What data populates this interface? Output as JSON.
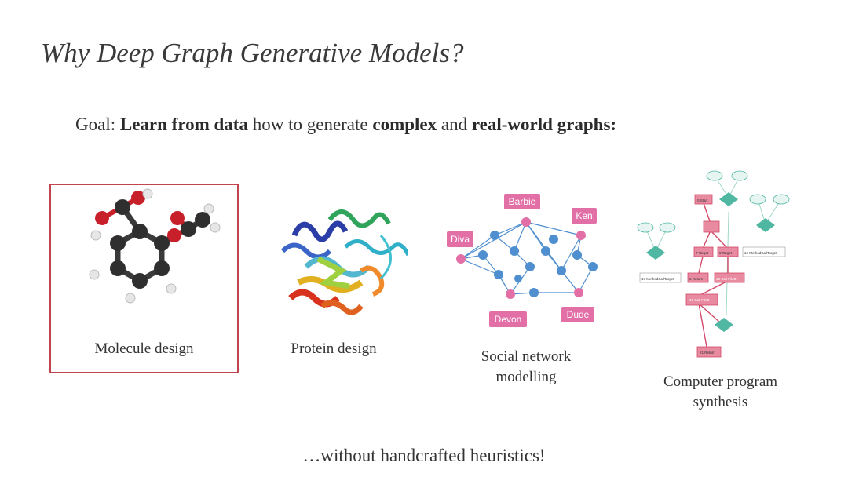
{
  "slide": {
    "title": "Why Deep Graph Generative Models?",
    "goal": {
      "prefix": "Goal: ",
      "bold1": "Learn from data",
      "mid1": " how to generate ",
      "bold2": "complex",
      "mid2": " and ",
      "bold3": "real-world graphs:"
    },
    "examples": [
      {
        "caption": "Molecule design",
        "highlighted": true
      },
      {
        "caption": "Protein design"
      },
      {
        "caption_line1": "Social network",
        "caption_line2": "modelling"
      },
      {
        "caption_line1": "Computer program",
        "caption_line2": "synthesis"
      }
    ],
    "social_labels": {
      "barbie": "Barbie",
      "ken": "Ken",
      "diva": "Diva",
      "devon": "Devon",
      "dude": "Dude"
    },
    "program_labels": {
      "n0": "0 Start",
      "n7": "7 Target",
      "n8": "8 Target",
      "n12": "12 MethodCallTarget",
      "n17": "17 MethodCallTarget",
      "n6": "6 Return",
      "n13": "13 Call FileB",
      "n10": "10 Call FileB",
      "n21": "21 Return"
    },
    "footer": "…without handcrafted heuristics!",
    "colors": {
      "highlight_border": "#c0454e",
      "social_node": "#4f8fd0",
      "social_accent": "#e26fa6",
      "program_red": "#d34a6a",
      "program_teal": "#4fb7a2"
    }
  }
}
